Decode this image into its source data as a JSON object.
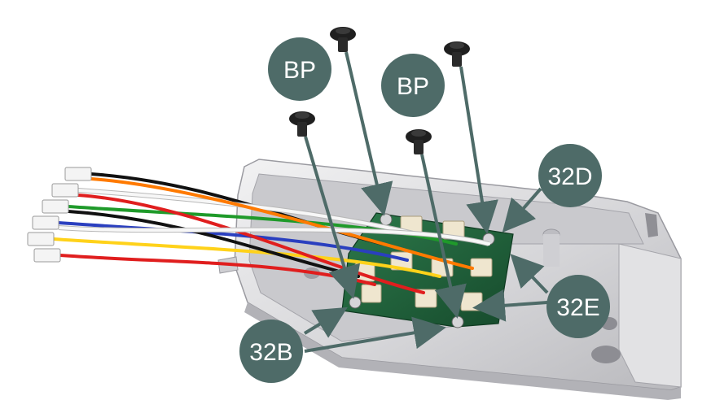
{
  "colors": {
    "callout_fill": "#4e6b68",
    "arrow": "#4e6b68",
    "housing": "#d9d9db",
    "housing_shadow": "#a9a9ad",
    "pcb": "#1f5f3a",
    "screw": "#1f1f1f"
  },
  "callouts": [
    {
      "id": "bp-left",
      "label": "BP"
    },
    {
      "id": "bp-right",
      "label": "BP"
    },
    {
      "id": "32d",
      "label": "32D"
    },
    {
      "id": "32e",
      "label": "32E"
    },
    {
      "id": "32b",
      "label": "32B"
    }
  ],
  "wire_colors": [
    "#111111",
    "#ffffff",
    "#1f9a2a",
    "#2a3fbf",
    "#ffd21a",
    "#e01e1e",
    "#ff7a00",
    "#e01e1e",
    "#111111",
    "#ffffff"
  ],
  "icons": [
    "screw-icon",
    "arrow-icon",
    "pcb-icon",
    "connector-icon",
    "housing-icon"
  ]
}
